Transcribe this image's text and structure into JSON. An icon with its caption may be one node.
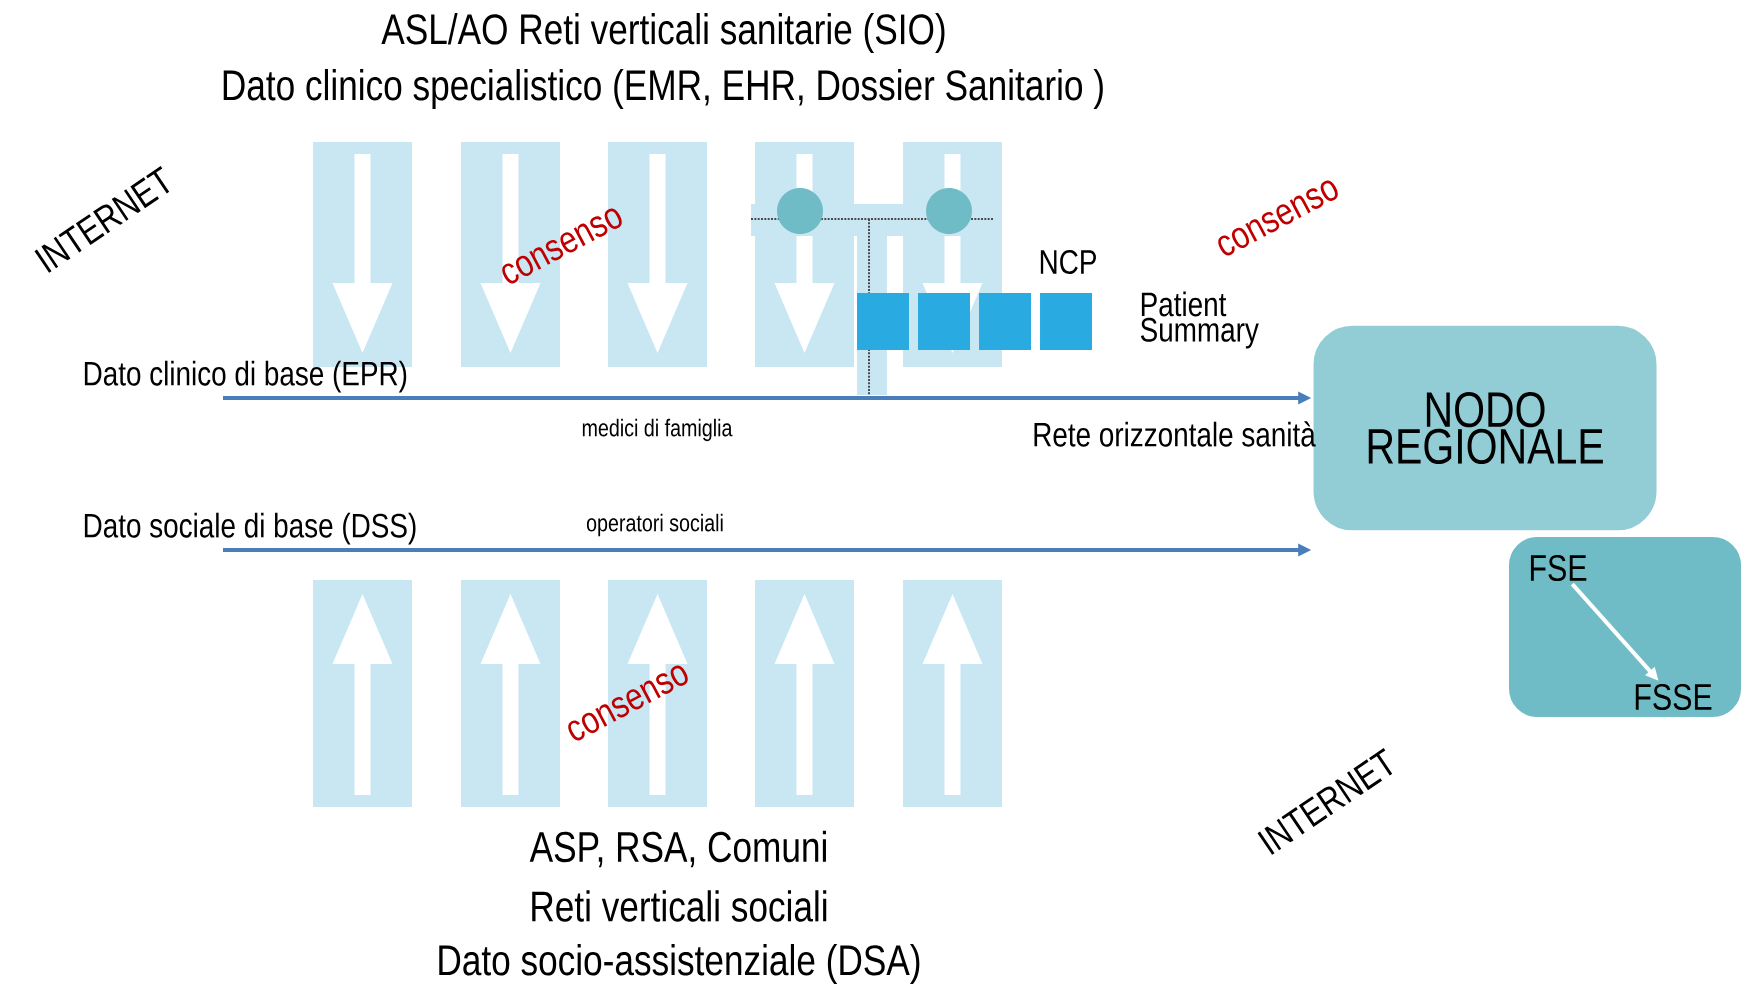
{
  "diagram": {
    "nodes": [
      {
        "text": [
          "NODO REGIONALE"
        ]
      },
      {
        "text": [],
        "shape": "box"
      },
      {
        "text": [
          "FSE"
        ],
        "in": 1
      },
      {
        "text": [
          "FSSE"
        ],
        "in": 1
      },
      {
        "text": [
          "Dato clinico di base (EPR)"
        ]
      },
      {
        "text": [
          "Dato sociale di base (DSS)"
        ]
      }
    ],
    "edges": [
      {
        "from": 4,
        "to": 0,
        "arrow": "to",
        "color": "#4a7ebb"
      },
      {
        "from": 5,
        "to": 0,
        "arrow": "to",
        "color": "#4a7ebb"
      },
      {
        "from": 2,
        "to": 3,
        "arrow": "to",
        "color": "#ffffff"
      }
    ],
    "labels": [
      "ASL/AO Reti verticali sanitarie (SIO)",
      "Dato clinico specialistico (EMR, EHR, Dossier Sanitario )",
      "INTERNET",
      "consenso",
      "NCP",
      "consenso",
      "Patient Summary",
      "medici di famiglia",
      "Rete orizzontale sanità",
      "operatori sociali",
      "consenso",
      "INTERNET",
      "ASP, RSA, Comuni",
      "Reti verticali sociali",
      "Dato socio-assistenziale (DSA)"
    ]
  }
}
